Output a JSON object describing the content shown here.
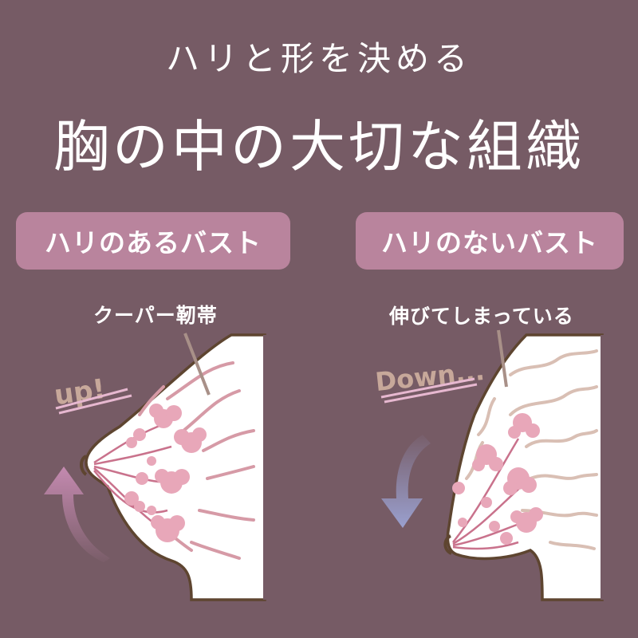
{
  "header": {
    "line1": "ハリと形を決める",
    "line2": "胸の中の大切な組織"
  },
  "left_panel": {
    "label": "ハリのあるバスト",
    "annotation": "クーパー靭帯",
    "scribble": "up!",
    "arrow_direction": "up"
  },
  "right_panel": {
    "label": "ハリのないバスト",
    "annotation": "伸びてしまっている",
    "scribble": "Down...",
    "arrow_direction": "down"
  },
  "colors": {
    "background": "#765b65",
    "pill": "#b9849d",
    "breast_fill": "#ffffff",
    "outline": "#5e4530",
    "gland_pink": "#e8a7b9",
    "ligament_firm": "#d69aa6",
    "ligament_stretched": "#d9bfb4",
    "scribble_text": "#c7a89a",
    "scribble_underline": "#e7b8d0"
  }
}
